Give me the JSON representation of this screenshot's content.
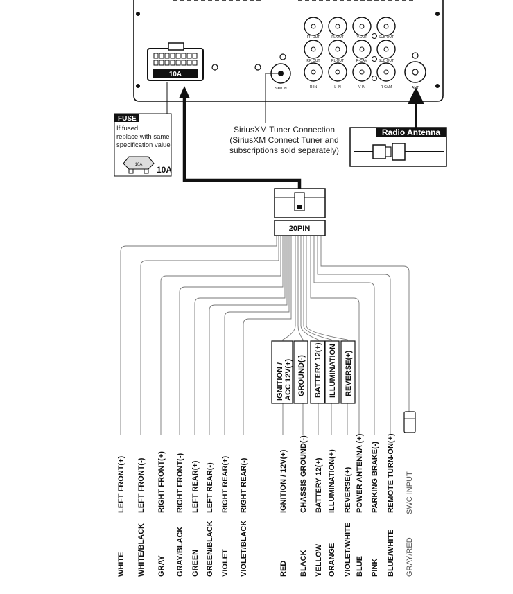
{
  "fuse_label": "10A",
  "fuse_box": {
    "title": "FUSE",
    "line1": "If fused,",
    "line2": "replace with same",
    "line3": "specification value.",
    "rating": "10A",
    "blade_text": "10A"
  },
  "ports_top": [
    "FR OUT",
    "FL OUT",
    "V.OUT",
    "SUB OUT"
  ],
  "ports_bottom": [
    "RR OUT",
    "RL OUT",
    "R-CAM",
    "SUB OUT"
  ],
  "ports_inputs": [
    "R-IN",
    "L-IN",
    "V-IN",
    "R-CAM",
    "ANT"
  ],
  "siriusxm_jack_label": "SXM IN",
  "siriusxm_note": {
    "line1": "SiriusXM Tuner Connection",
    "line2": "(SiriusXM Connect Tuner and",
    "line3": "subscriptions sold separately)"
  },
  "antenna_label": "Radio Antenna",
  "harness_label": "20PIN",
  "boxed_labels": [
    "IGNITION /",
    "ACC 12V(+)",
    "GROUND(-)",
    "BATTERY 12(+)",
    "ILLUMINATION",
    "REVERSE(+)"
  ],
  "wires": [
    {
      "function": "LEFT FRONT(+)",
      "color": "WHITE"
    },
    {
      "function": "LEFT FRONT(-)",
      "color": "WHITE/BLACK"
    },
    {
      "function": "RIGHT FRONT(+)",
      "color": "GRAY"
    },
    {
      "function": "RIGHT FRONT(-)",
      "color": "GRAY/BLACK"
    },
    {
      "function": "LEFT REAR(+)",
      "color": "GREEN"
    },
    {
      "function": "LEFT REAR(-)",
      "color": "GREEN/BLACK"
    },
    {
      "function": "RIGHT REAR(+)",
      "color": "VIOLET"
    },
    {
      "function": "RIGHT REAR(-)",
      "color": "VIOLET/BLACK"
    },
    {
      "function": "IGNITION / 12V(+)",
      "color": "RED"
    },
    {
      "function": "CHASSIS GROUND(-)",
      "color": "BLACK"
    },
    {
      "function": "BATTERY 12(+)",
      "color": "YELLOW"
    },
    {
      "function": "ILLUMINATION(+)",
      "color": "ORANGE"
    },
    {
      "function": "REVERSE(+)",
      "color": "VIOLET/WHITE"
    },
    {
      "function": "POWER ANTENNA (+)",
      "color": "BLUE"
    },
    {
      "function": "PARKING BRAKE(-)",
      "color": "PINK"
    },
    {
      "function": "REMOTE TURN-ON(+)",
      "color": "BLUE/WHITE"
    },
    {
      "function": "SWC INPUT",
      "color": "GRAY/RED"
    }
  ]
}
